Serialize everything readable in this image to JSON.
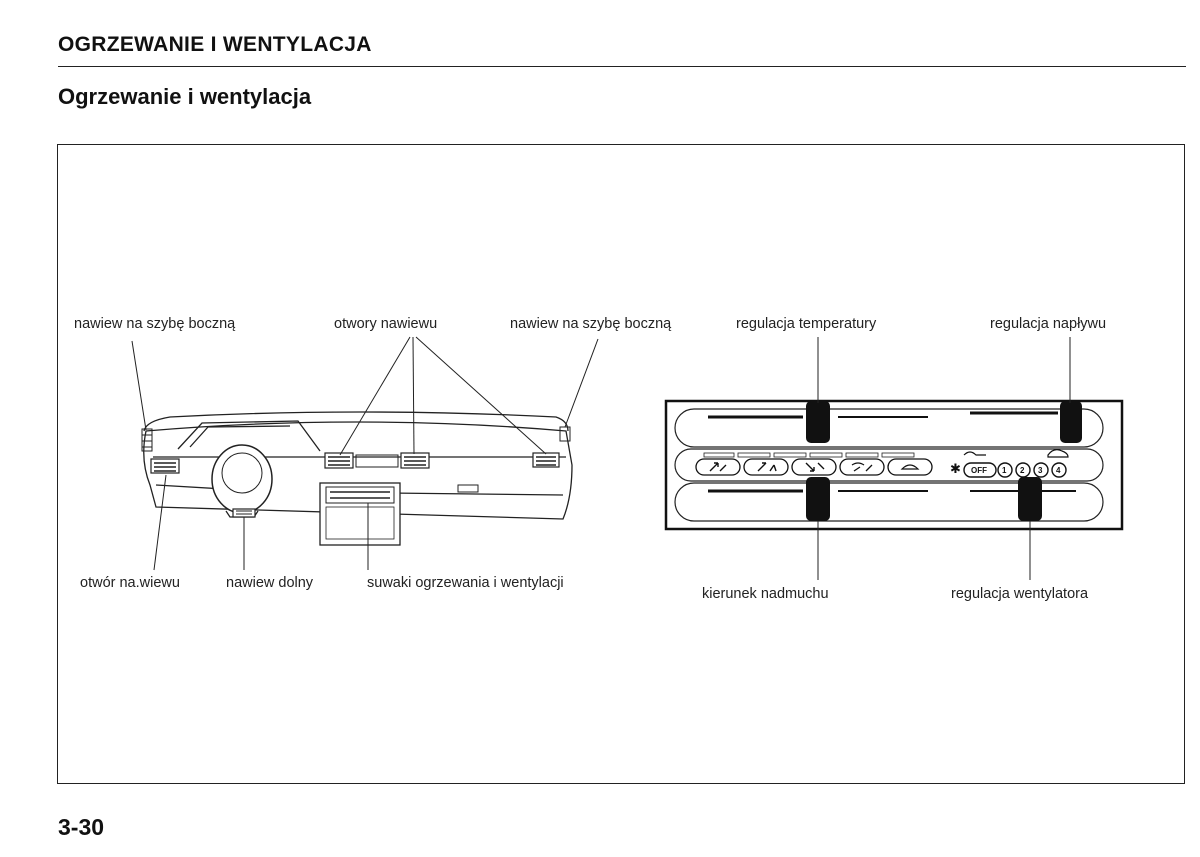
{
  "header": {
    "section_title": "OGRZEWANIE I WENTYLACJA",
    "subsection_title": "Ogrzewanie i wentylacja"
  },
  "figure": {
    "dashboard_labels": {
      "side_window_vent_left": "nawiew na szybę boczną",
      "vent_openings": "otwory nawiewu",
      "side_window_vent_right": "nawiew na szybę boczną",
      "vent_opening": "otwór na.wiewu",
      "floor_vent": "nawiew dolny",
      "sliders": "suwaki ogrzewania i wentylacji"
    },
    "control_panel_labels": {
      "temperature": "regulacja temperatury",
      "intake": "regulacja napływu",
      "direction": "kierunek nadmuchu",
      "fan": "regulacja wentylatora"
    },
    "fan_speed_buttons": [
      "OFF",
      "1",
      "2",
      "3",
      "4"
    ]
  },
  "footer": {
    "page_number": "3-30"
  }
}
